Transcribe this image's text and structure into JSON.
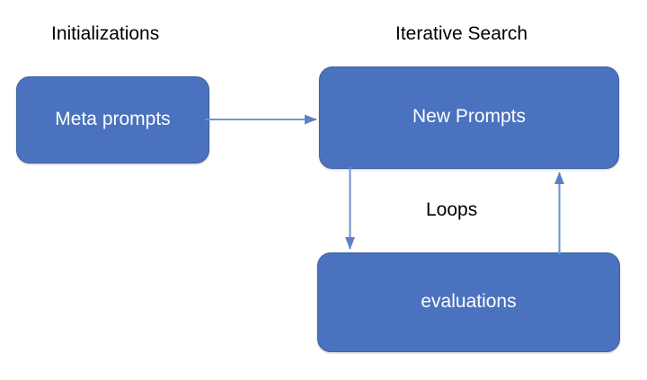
{
  "diagram": {
    "title_visible": false,
    "background_color": "#ffffff",
    "accent_color": "#4A72BE",
    "arrow_color": "#7394CE",
    "node_text_color": "#FFFFFF",
    "caption_text_color": "#000000",
    "captions": {
      "initializations": "Initializations",
      "iterative_search": "Iterative Search",
      "loops": "Loops"
    },
    "nodes": [
      {
        "id": "meta-prompts",
        "label": "Meta prompts"
      },
      {
        "id": "new-prompts",
        "label": "New Prompts"
      },
      {
        "id": "evaluations",
        "label": "evaluations"
      }
    ],
    "edges": [
      {
        "id": "meta-to-new",
        "from": "meta-prompts",
        "to": "new-prompts",
        "label": "",
        "direction": "right"
      },
      {
        "id": "new-to-eval",
        "from": "new-prompts",
        "to": "evaluations",
        "label": "Loops",
        "direction": "down"
      },
      {
        "id": "eval-to-new",
        "from": "evaluations",
        "to": "new-prompts",
        "label": "Loops",
        "direction": "up"
      }
    ]
  }
}
